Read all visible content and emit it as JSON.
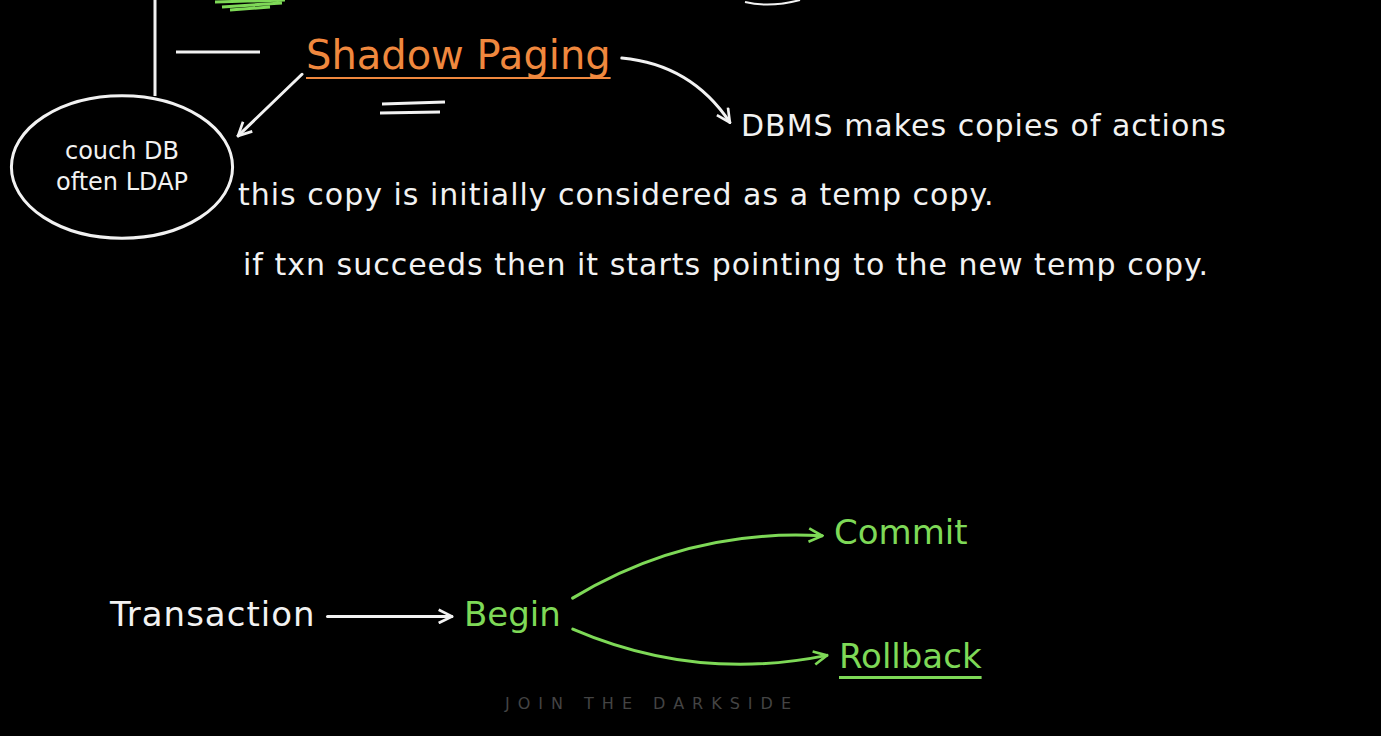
{
  "diagram": {
    "nodes": [
      {
        "text": [
          "Shadow Paging"
        ]
      },
      {
        "text": [
          "couch DB often LDAP"
        ]
      },
      {
        "text": [
          "DBMS makes copies of actions"
        ]
      },
      {
        "text": [
          "Transaction"
        ]
      },
      {
        "text": [
          "Begin"
        ]
      },
      {
        "text": [
          "Commit"
        ]
      },
      {
        "text": [
          "Rollback"
        ]
      }
    ],
    "edges": [
      {
        "from": 0,
        "to": 1,
        "arrow": "to"
      },
      {
        "from": 0,
        "to": 2,
        "arrow": "to"
      },
      {
        "from": 3,
        "to": 4,
        "arrow": "to"
      },
      {
        "from": 4,
        "to": 5,
        "arrow": "to"
      },
      {
        "from": 4,
        "to": 6,
        "arrow": "to"
      }
    ],
    "labels": [
      "this copy is initially considered as a temp copy.",
      "if txn succeeds then it starts pointing to the new temp copy.",
      "JOIN THE DARKSIDE"
    ]
  }
}
